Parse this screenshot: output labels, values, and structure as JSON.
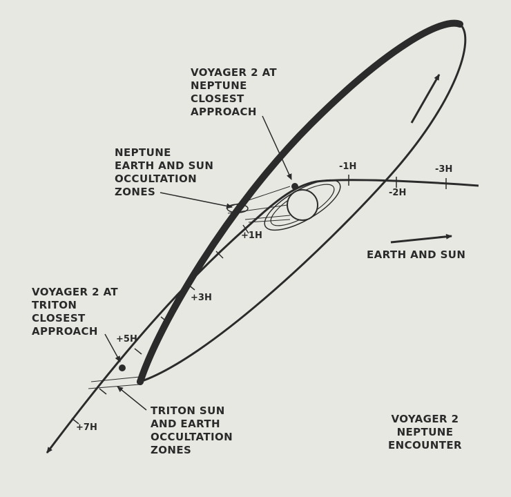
{
  "labels": {
    "voyager_neptune_closest": "VOYAGER 2 AT\nNEPTUNE\nCLOSEST\nAPPROACH",
    "neptune_occultation": "NEPTUNE\nEARTH AND SUN\nOCCULTATION\nZONES",
    "voyager_triton_closest": "VOYAGER 2 AT\nTRITON\nCLOSEST\nAPPROACH",
    "triton_occultation": "TRITON SUN\nAND EARTH\nOCCULTATION\nZONES",
    "earth_and_sun": "EARTH AND SUN",
    "title": "VOYAGER 2\nNEPTUNE\nENCOUNTER"
  },
  "time_ticks": [
    "-3H",
    "-2H",
    "-1H",
    "+1H",
    "+3H",
    "+5H",
    "+7H"
  ],
  "colors": {
    "ink": "#2b2b2b",
    "background": "#e8e8e3"
  }
}
